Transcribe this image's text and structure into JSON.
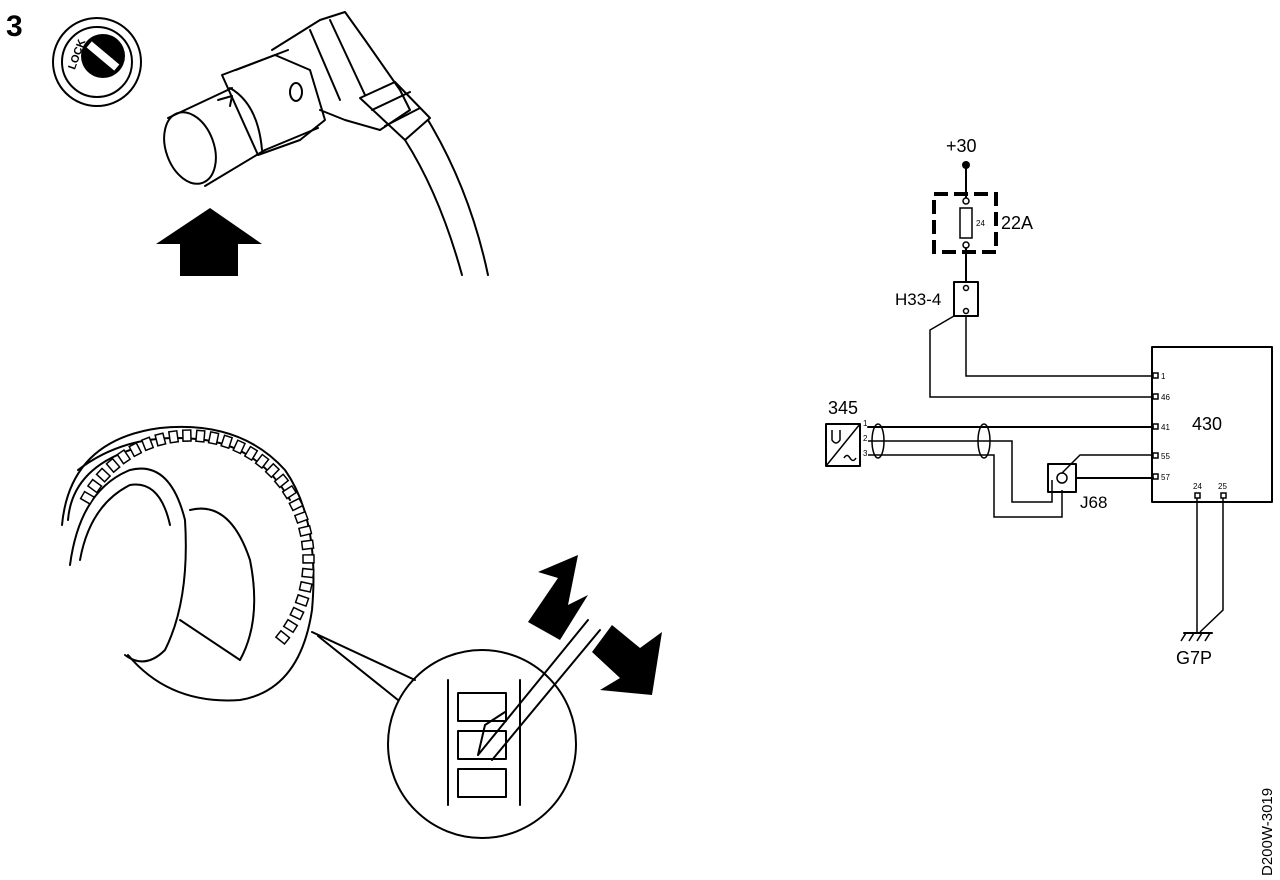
{
  "illustration": {
    "step_number": "3",
    "lock_badge": "LOCK",
    "icons": [
      "lock-icon",
      "insert-arrow-icon",
      "pry-arrow-icon"
    ]
  },
  "wiring": {
    "supply": "+30",
    "fuse_rating": "22A",
    "fuse_pin": "24",
    "connector": "H33-4",
    "sensor": "345",
    "sensor_pins": [
      "1",
      "2",
      "3"
    ],
    "control_unit": "430",
    "ecu_pins": [
      "1",
      "46",
      "41",
      "55",
      "57"
    ],
    "ecu_bottom_pins": [
      "24",
      "25"
    ],
    "junction": "J68",
    "ground": "G7P"
  },
  "reference_code": "D200W-3019"
}
